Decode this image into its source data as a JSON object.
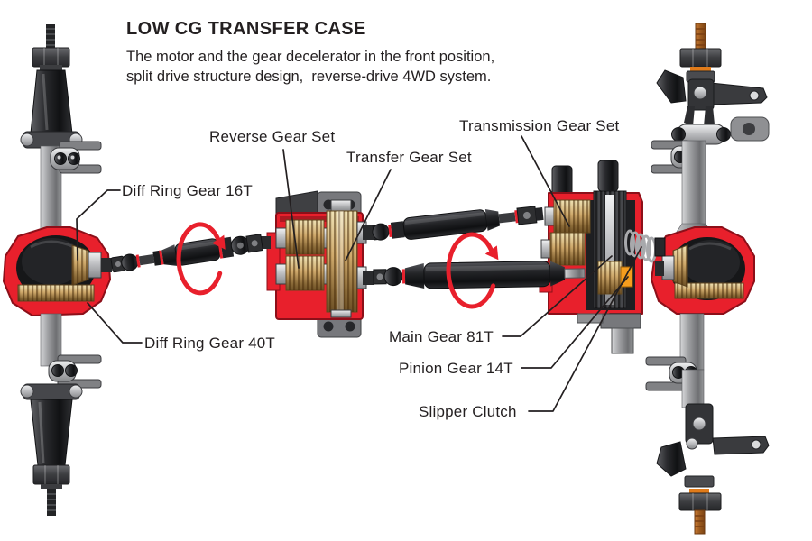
{
  "header": {
    "title": "LOW CG TRANSFER CASE",
    "subtitle_line1": "The motor and the gear decelerator in the front position,",
    "subtitle_line2": "split drive structure design,  reverse-drive 4WD system."
  },
  "callouts": {
    "reverse_gear_set": "Reverse Gear Set",
    "transfer_gear_set": "Transfer Gear Set",
    "transmission_gear_set": "Transmission Gear Set",
    "diff_ring_gear_16t": "Diff Ring Gear 16T",
    "diff_ring_gear_40t": "Diff Ring Gear 40T",
    "main_gear_81t": "Main Gear 81T",
    "pinion_gear_14t": "Pinion Gear 14T",
    "slipper_clutch": "Slipper Clutch"
  },
  "colors": {
    "housing_red": "#e8202c",
    "housing_red_dark": "#8c0f19",
    "brass_gear": "#c9a96a",
    "pinion_orange": "#f59d1e",
    "rotation_arrow": "#e8202c",
    "text": "#231f20",
    "metal_dark": "#232427",
    "metal_gray": "#9fa0a3"
  }
}
